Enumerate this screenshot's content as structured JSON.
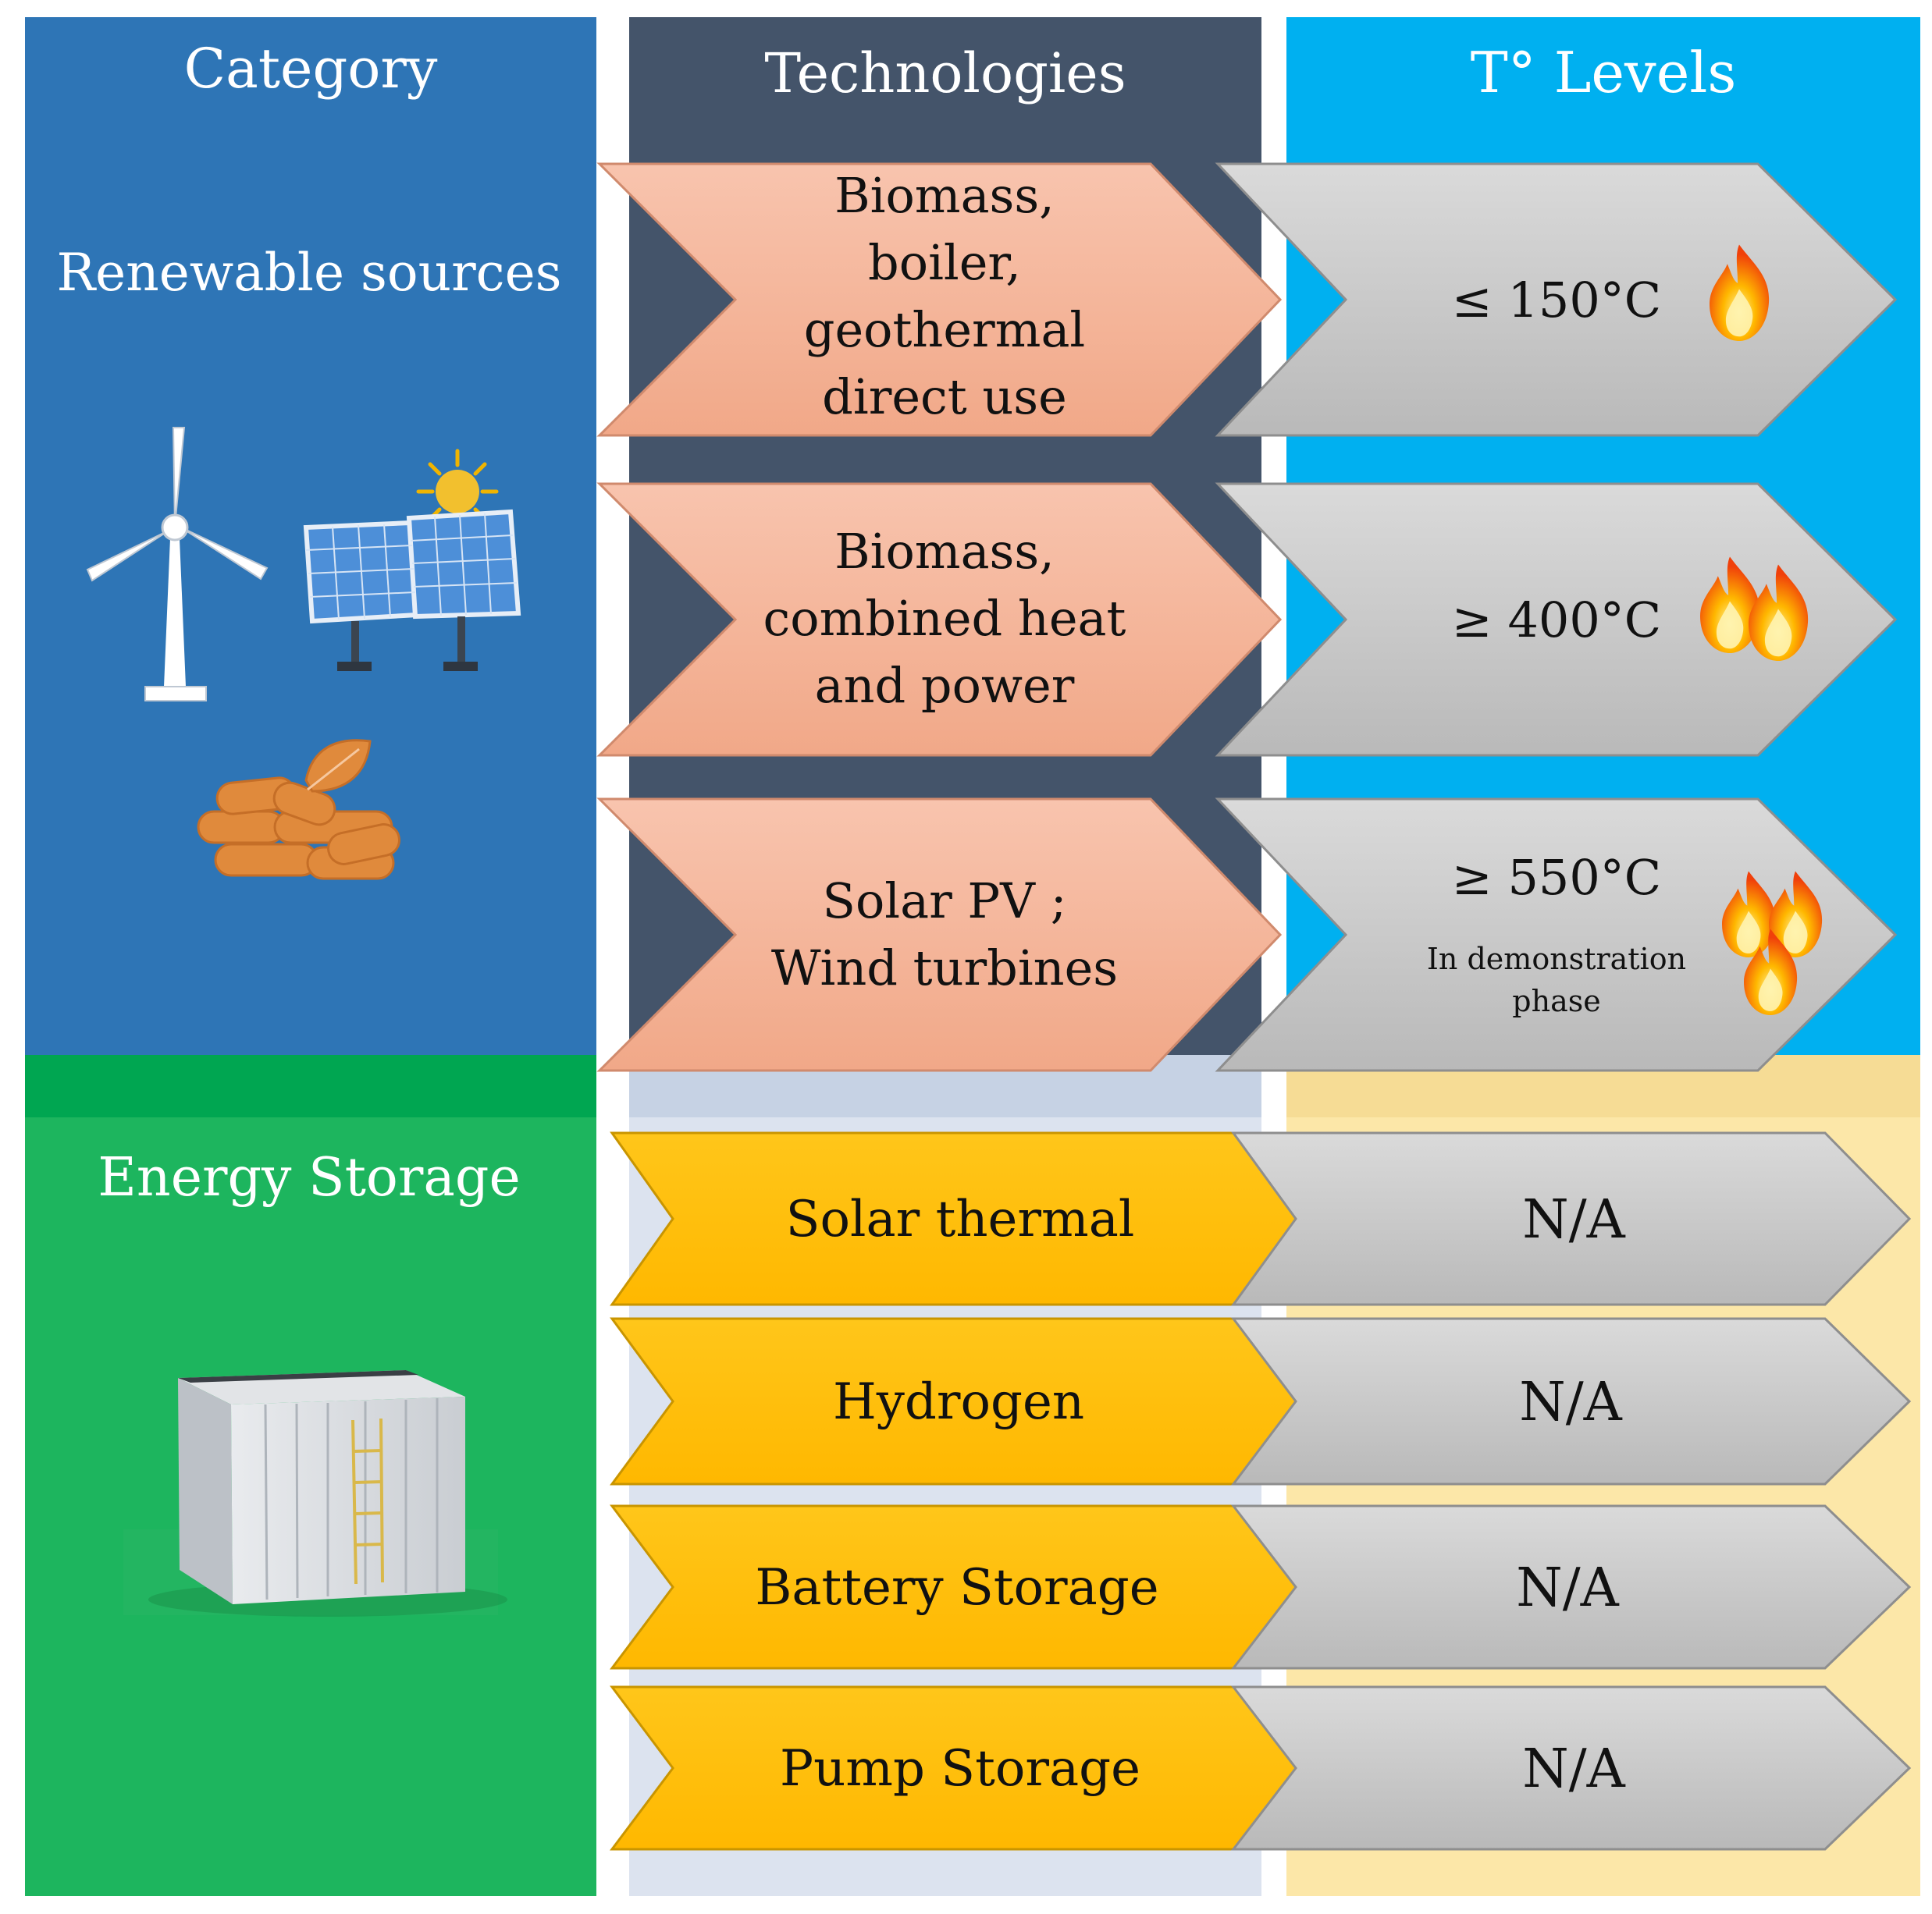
{
  "headers": {
    "category": "Category",
    "technologies": "Technologies",
    "levels": "T° Levels"
  },
  "categories": {
    "renewable": "Renewable sources",
    "storage": "Energy Storage"
  },
  "renewable_rows": [
    {
      "technology": [
        "Biomass,",
        "boiler,",
        "geothermal",
        "direct use"
      ],
      "level": "≤ 150°C",
      "note": [],
      "flames": 1
    },
    {
      "technology": [
        "Biomass,",
        "combined heat",
        "and power"
      ],
      "level": "≥ 400°C",
      "note": [],
      "flames": 2
    },
    {
      "technology": [
        "Solar PV ;",
        "Wind turbines"
      ],
      "level": "≥ 550°C",
      "note": [
        "In demonstration",
        "phase"
      ],
      "flames": 3
    }
  ],
  "storage_rows": [
    {
      "technology": "Solar thermal",
      "level": "N/A"
    },
    {
      "technology": "Hydrogen",
      "level": "N/A"
    },
    {
      "technology": "Battery Storage",
      "level": "N/A"
    },
    {
      "technology": "Pump Storage",
      "level": "N/A"
    }
  ],
  "icons": [
    "wind-turbine-icon",
    "solar-panel-icon",
    "sun-icon",
    "biomass-pellets-icon",
    "leaf-icon",
    "container-battery-icon",
    "flame-icon"
  ],
  "colors": {
    "category_blue": "#2E75B6",
    "technologies_dark": "#44546A",
    "levels_cyan": "#00B0F0",
    "storage_green": "#1DB55E",
    "storage_band_green": "#00A651",
    "salmon_arrow": "#F4B39A",
    "gold_arrow": "#FFC000",
    "gray_arrow": "#C8C8C8",
    "light_blue_col": "#DCE3EF",
    "light_yellow_col": "#FCE7A8"
  }
}
